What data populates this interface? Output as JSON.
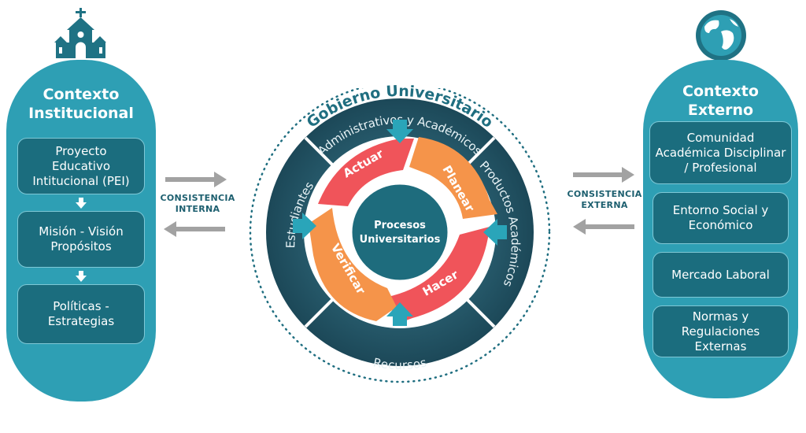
{
  "left": {
    "title_line1": "Contexto",
    "title_line2": "Institucional",
    "items": [
      {
        "lines": [
          "Proyecto",
          "Educativo",
          "Intitucional (PEI)"
        ]
      },
      {
        "lines": [
          "Misión - Visión",
          "Propósitos"
        ]
      },
      {
        "lines": [
          "Políticas -",
          "Estrategias"
        ]
      }
    ]
  },
  "right": {
    "title_line1": "Contexto",
    "title_line2": "Externo",
    "items": [
      {
        "lines": [
          "Comunidad",
          "Académica Disciplinar",
          "/ Profesional"
        ]
      },
      {
        "lines": [
          "Entorno Social  y",
          "Económico"
        ]
      },
      {
        "lines": [
          "Mercado Laboral"
        ]
      },
      {
        "lines": [
          "Normas y",
          "Regulaciones",
          "Externas"
        ]
      }
    ]
  },
  "consistency": {
    "internal_line1": "CONSISTENCIA",
    "internal_line2": "INTERNA",
    "external_line1": "CONSISTENCIA",
    "external_line2": "EXTERNA"
  },
  "center": {
    "governance": "Gobierno Universitario",
    "ring_top": "Administrativos  y Académicos",
    "ring_left": "Estudiantes",
    "ring_right": "Productos  Académicos",
    "ring_bottom": "Recursos",
    "cycle": [
      "Actuar",
      "Planear",
      "Hacer",
      "Verificar"
    ],
    "core_line1": "Procesos",
    "core_line2": "Universitarios"
  },
  "icons": {
    "left": "church-icon",
    "right": "globe-icon"
  },
  "colors": {
    "panel": "#2e9fb4",
    "box": "#1b6d7e",
    "ring_dark": "#1f4f5f",
    "inner": "#1e6c7d",
    "arrow_red": "#f0545a",
    "arrow_orange": "#f5944a",
    "connector": "#2aa5b9",
    "gray_arrow": "#a2a2a2"
  }
}
